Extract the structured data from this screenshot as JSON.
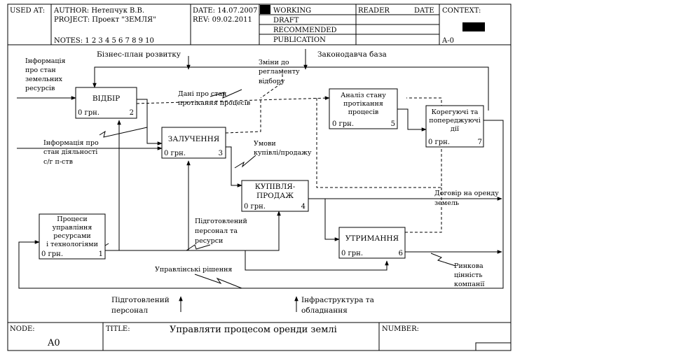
{
  "header": {
    "used_at": "USED AT:",
    "author": "AUTHOR:  Нетепчук В.В.",
    "project": "PROJECT:  Проект \"ЗЕМЛЯ\"",
    "notes": "NOTES:  1  2  3  4  5  6  7  8  9  10",
    "date": "DATE: 14.07.2007",
    "rev": "REV:    09.02.2011",
    "status": [
      "WORKING",
      "DRAFT",
      "RECOMMENDED",
      "PUBLICATION"
    ],
    "reader": "READER",
    "reader_date": "DATE",
    "context": "CONTEXT:",
    "context_node": "A-0"
  },
  "boxes": [
    {
      "title": [
        "ВІДБІР"
      ],
      "cost": "0 грн.",
      "num": "2"
    },
    {
      "title": [
        "ЗАЛУЧЕННЯ"
      ],
      "cost": "0 грн.",
      "num": "3"
    },
    {
      "title": [
        "КУПІВЛЯ-",
        "ПРОДАЖ"
      ],
      "cost": "0 грн.",
      "num": "4"
    },
    {
      "title": [
        "Аналіз стану",
        "протікання",
        "процесів"
      ],
      "cost": "0 грн.",
      "num": "5"
    },
    {
      "title": [
        "УТРИМАННЯ"
      ],
      "cost": "0 грн.",
      "num": "6"
    },
    {
      "title": [
        "Корегуючі та",
        "попереджуючі",
        "дії"
      ],
      "cost": "0 грн.",
      "num": "7"
    },
    {
      "title": [
        "Процеси",
        "управління",
        "ресурсами",
        "і технологіями"
      ],
      "cost": "0 грн.",
      "num": "1"
    }
  ],
  "arrow_labels": {
    "info_land": [
      "Інформація",
      "про стан",
      "земельних",
      "ресурсів"
    ],
    "info_activity": [
      "Інформація про",
      "стан діяльності",
      "с/г п-ств"
    ],
    "business_plan": [
      "Бізнес-план розвитку"
    ],
    "legislation": [
      "Законодавча база"
    ],
    "regulation_changes": [
      "Зміни до",
      "регламенту",
      "відбору"
    ],
    "process_data": [
      "Дані про стан",
      "протікання процесів"
    ],
    "sale_conditions": [
      "Умови",
      "купівлі/продажу"
    ],
    "trained_staff_mid": [
      "Підготовлений",
      "персонал та",
      "ресурси"
    ],
    "management_decisions": [
      "Управлінські рішення"
    ],
    "lease_contract": [
      "Договір на оренду",
      "земель"
    ],
    "market_value": [
      "Ринкова",
      "цінність",
      "компанії"
    ],
    "trained_staff_bottom": [
      "Підготовлений",
      "персонал"
    ],
    "infrastructure": [
      "Інфраструктура та",
      "обладнання"
    ]
  },
  "footer": {
    "node_label": "NODE:",
    "node_value": "A0",
    "title_label": "TITLE:",
    "title_value": "Управляти процесом  оренди землі",
    "number_label": "NUMBER:"
  }
}
